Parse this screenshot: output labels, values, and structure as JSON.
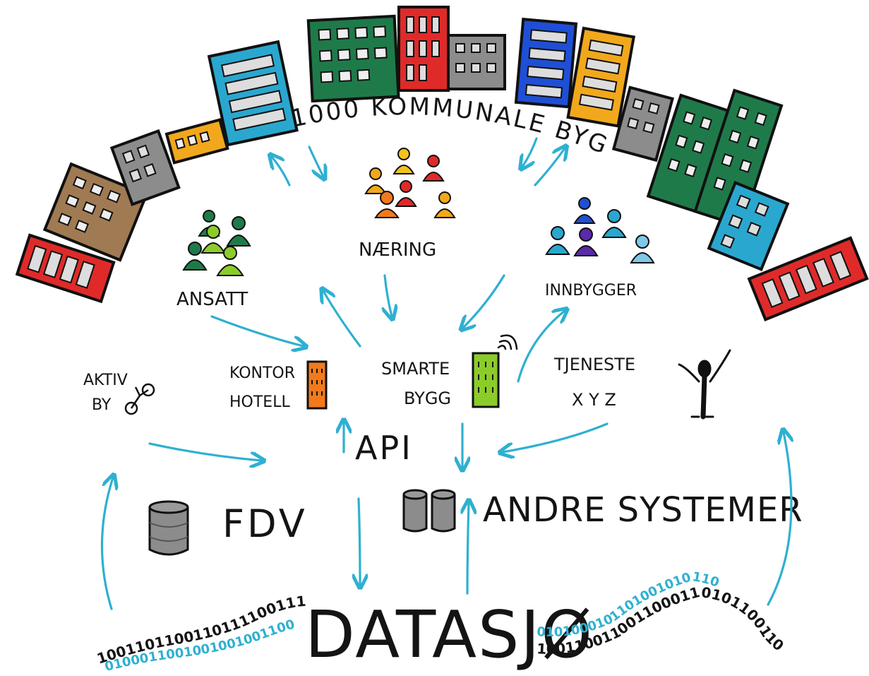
{
  "title": "1000 KOMMUNALE BYGG",
  "groups": {
    "ansatt": "ANSATT",
    "naering": "NÆRING",
    "innbygger": "INNBYGGER"
  },
  "services": {
    "aktiv_by": [
      "AKTIV",
      "BY"
    ],
    "kontorhotell": [
      "KONTOR",
      "HOTELL"
    ],
    "smarte_bygg": [
      "SMARTE",
      "BYGG"
    ],
    "tjeneste": [
      "TJENESTE",
      "X Y Z"
    ]
  },
  "api": "API",
  "fdv": "FDV",
  "andre_systemer": "ANDRE SYSTEMER",
  "datasjo": "DATASJØ",
  "binary_left": "100110110011011110011101",
  "binary_left_blue": "0100011001001001001100",
  "binary_right": "1001100110011000110101100110",
  "binary_right_blue": "0101000101101001010110",
  "colors": {
    "arrow": "#2fb0d0",
    "red": "#e02a2a",
    "green": "#1f7a4a",
    "gray": "#8c8c8c",
    "blue": "#1f4fd6",
    "orange": "#f2a81c",
    "tan": "#a07a52",
    "sky": "#2aa7cf",
    "lime": "#8ccc2a"
  }
}
